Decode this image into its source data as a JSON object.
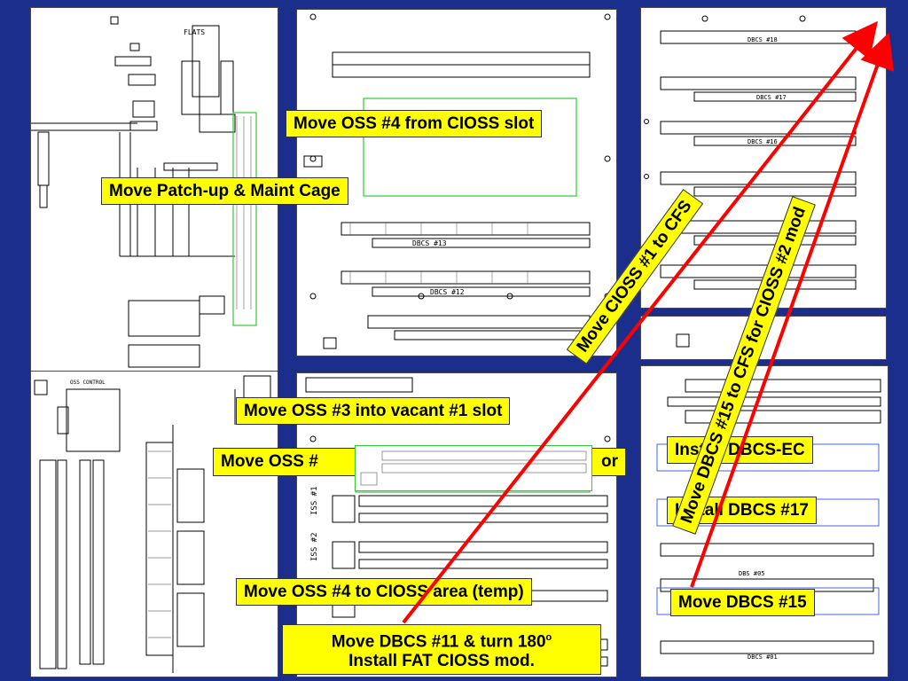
{
  "labels": {
    "oss4_from_cioss": "Move OSS #4  from CIOSS slot",
    "patch_up": "Move Patch-up & Maint Cage",
    "oss3_vacant": "Move OSS #3 into vacant #1 slot",
    "oss_partial_left": "Move OSS #",
    "oss_partial_right": "or",
    "oss4_temp": "Move OSS #4 to CIOSS area (temp)",
    "dbcs11_line1": "Move DBCS #11 & turn 180",
    "dbcs11_sup": "o",
    "dbcs11_line2": "Install FAT CIOSS mod.",
    "install_dbcs_ec": "Install DBCS-EC",
    "install_dbcs17": "Install DBCS #17",
    "move_dbcs15": "Move DBCS #15",
    "cioss1_cfs": "Move CIOSS #1  to CFS",
    "dbcs15_cfs": "Move DBCS #15 to CFS for CIOSS #2 mod"
  },
  "drawing_text": {
    "flats": "FLATS",
    "dbcs13": "DBCS #13",
    "dbcs12": "DBCS #12",
    "dbcs18": "DBCS #18",
    "dbcs17": "DBCS #17",
    "dbcs16": "DBCS #16",
    "dbcs05": "DBS #05",
    "dbcs01": "DBCS #01",
    "iss1": "ISS #1",
    "iss2": "ISS #2",
    "oss_control": "OSS CONTROL"
  },
  "colors": {
    "background": "#1c2e8c",
    "label_fill": "#ffff00",
    "arrow": "#ff0000",
    "highlight": "#33cc33"
  }
}
